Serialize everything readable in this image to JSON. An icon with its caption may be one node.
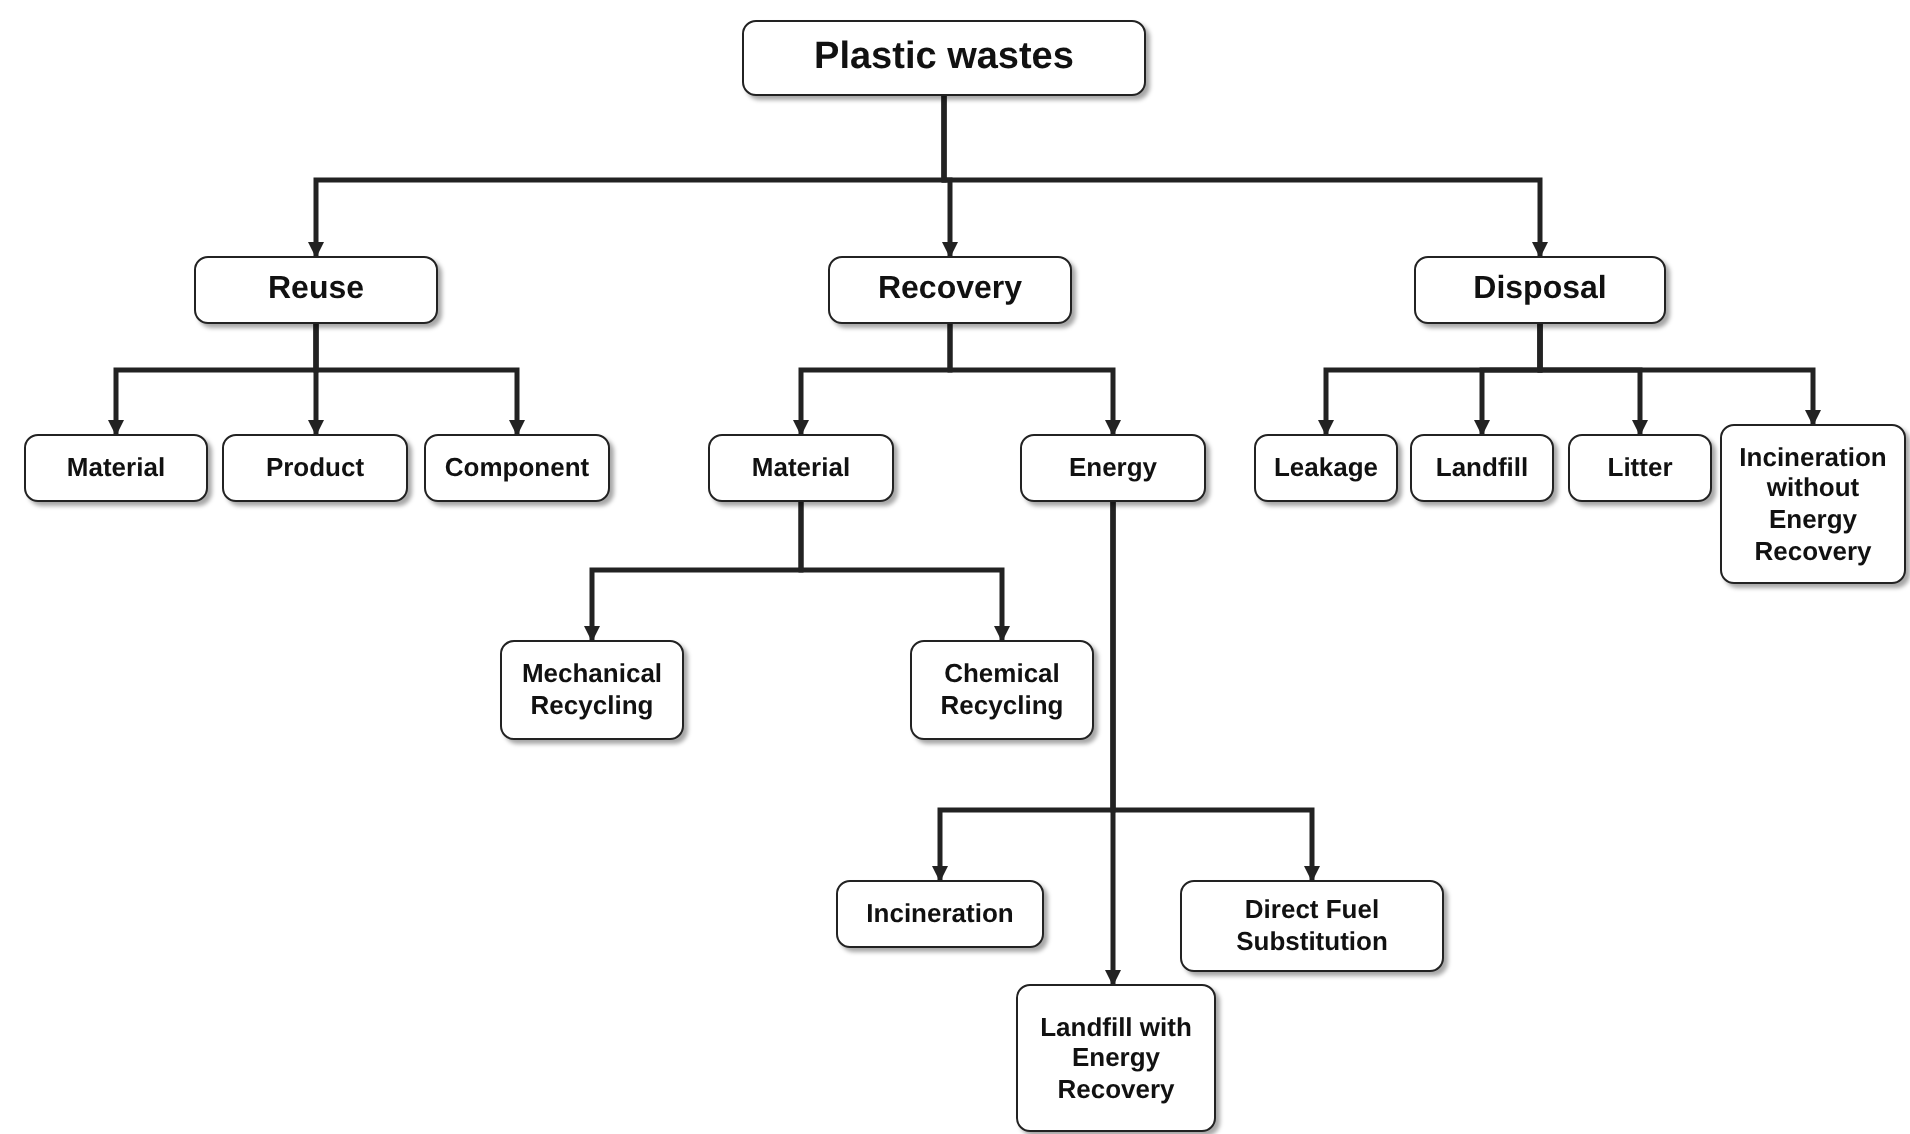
{
  "diagram": {
    "nodes": [
      {
        "text": [
          "Plastic wastes"
        ]
      },
      {
        "text": [
          "Reuse"
        ]
      },
      {
        "text": [
          "Recovery"
        ]
      },
      {
        "text": [
          "Disposal"
        ]
      },
      {
        "text": [
          "Material"
        ]
      },
      {
        "text": [
          "Product"
        ]
      },
      {
        "text": [
          "Component"
        ]
      },
      {
        "text": [
          "Material"
        ]
      },
      {
        "text": [
          "Energy"
        ]
      },
      {
        "text": [
          "Leakage"
        ]
      },
      {
        "text": [
          "Landfill"
        ]
      },
      {
        "text": [
          "Litter"
        ]
      },
      {
        "text": [
          "Incineration without Energy Recovery"
        ]
      },
      {
        "text": [
          "Mechanical Recycling"
        ]
      },
      {
        "text": [
          "Chemical Recycling"
        ]
      },
      {
        "text": [
          "Incineration"
        ]
      },
      {
        "text": [
          "Direct Fuel Substitution"
        ]
      },
      {
        "text": [
          "Landfill with Energy Recovery"
        ]
      }
    ],
    "edges": [
      {
        "from": 0,
        "to": 1,
        "arrow": "to"
      },
      {
        "from": 0,
        "to": 2,
        "arrow": "to"
      },
      {
        "from": 0,
        "to": 3,
        "arrow": "to"
      },
      {
        "from": 1,
        "to": 4,
        "arrow": "to"
      },
      {
        "from": 1,
        "to": 5,
        "arrow": "to"
      },
      {
        "from": 1,
        "to": 6,
        "arrow": "to"
      },
      {
        "from": 2,
        "to": 7,
        "arrow": "to"
      },
      {
        "from": 2,
        "to": 8,
        "arrow": "to"
      },
      {
        "from": 3,
        "to": 9,
        "arrow": "to"
      },
      {
        "from": 3,
        "to": 10,
        "arrow": "to"
      },
      {
        "from": 3,
        "to": 11,
        "arrow": "to"
      },
      {
        "from": 3,
        "to": 12,
        "arrow": "to"
      },
      {
        "from": 7,
        "to": 13,
        "arrow": "to"
      },
      {
        "from": 7,
        "to": 14,
        "arrow": "to"
      },
      {
        "from": 8,
        "to": 15,
        "arrow": "to"
      },
      {
        "from": 8,
        "to": 16,
        "arrow": "to"
      },
      {
        "from": 8,
        "to": 17,
        "arrow": "to"
      }
    ]
  }
}
